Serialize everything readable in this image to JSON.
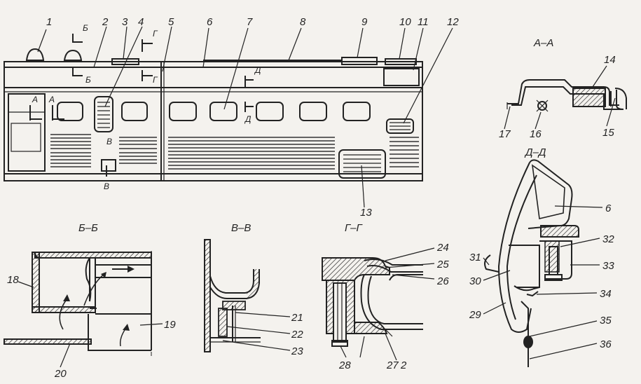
{
  "part_numbers": [
    "1",
    "2",
    "3",
    "4",
    "5",
    "6",
    "7",
    "8",
    "9",
    "10",
    "11",
    "12",
    "13",
    "14",
    "15",
    "16",
    "17",
    "18",
    "19",
    "20",
    "21",
    "22",
    "23",
    "24",
    "25",
    "26",
    "27",
    "28",
    "2",
    "29",
    "30",
    "31",
    "32",
    "33",
    "34",
    "35",
    "36",
    "6"
  ],
  "section_titles": {
    "aa": "А–А",
    "dd": "Д–Д",
    "bb": "Б–Б",
    "vv": "В–В",
    "gg": "Г–Г"
  },
  "cut_letters": {
    "b": "Б",
    "g": "Г",
    "d": "Д",
    "a": "А",
    "v": "В"
  }
}
